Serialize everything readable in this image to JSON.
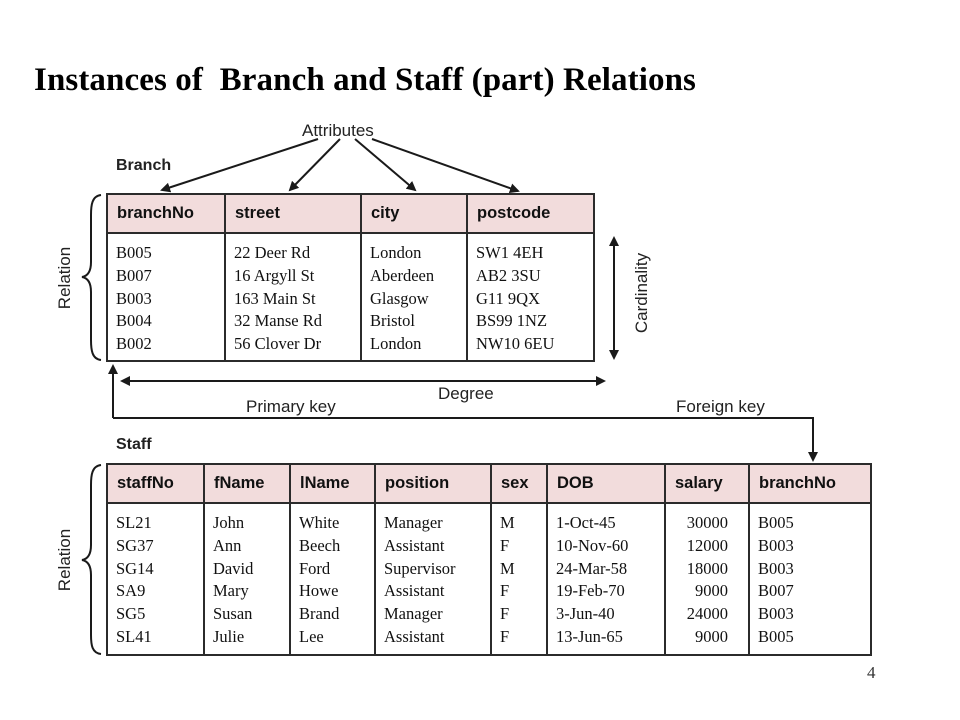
{
  "slide": {
    "title": "Instances of  Branch and Staff (part) Relations",
    "page_number": "4"
  },
  "labels": {
    "attributes": "Attributes",
    "branch": "Branch",
    "staff": "Staff",
    "relation_top": "Relation",
    "relation_bottom": "Relation",
    "cardinality": "Cardinality",
    "degree": "Degree",
    "primary_key": "Primary key",
    "foreign_key": "Foreign key"
  },
  "branch": {
    "columns": [
      "branchNo",
      "street",
      "city",
      "postcode"
    ],
    "rows": [
      [
        "B005",
        "22 Deer Rd",
        "London",
        "SW1 4EH"
      ],
      [
        "B007",
        "16 Argyll St",
        "Aberdeen",
        "AB2 3SU"
      ],
      [
        "B003",
        "163 Main St",
        "Glasgow",
        "G11 9QX"
      ],
      [
        "B004",
        "32 Manse Rd",
        "Bristol",
        "BS99 1NZ"
      ],
      [
        "B002",
        "56 Clover Dr",
        "London",
        "NW10 6EU"
      ]
    ]
  },
  "staff": {
    "columns": [
      "staffNo",
      "fName",
      "lName",
      "position",
      "sex",
      "DOB",
      "salary",
      "branchNo"
    ],
    "rows": [
      [
        "SL21",
        "John",
        "White",
        "Manager",
        "M",
        "1-Oct-45",
        "30000",
        "B005"
      ],
      [
        "SG37",
        "Ann",
        "Beech",
        "Assistant",
        "F",
        "10-Nov-60",
        "12000",
        "B003"
      ],
      [
        "SG14",
        "David",
        "Ford",
        "Supervisor",
        "M",
        "24-Mar-58",
        "18000",
        "B003"
      ],
      [
        "SA9",
        "Mary",
        "Howe",
        "Assistant",
        "F",
        "19-Feb-70",
        "9000",
        "B007"
      ],
      [
        "SG5",
        "Susan",
        "Brand",
        "Manager",
        "F",
        "3-Jun-40",
        "24000",
        "B003"
      ],
      [
        "SL41",
        "Julie",
        "Lee",
        "Assistant",
        "F",
        "13-Jun-65",
        "9000",
        "B005"
      ]
    ]
  }
}
